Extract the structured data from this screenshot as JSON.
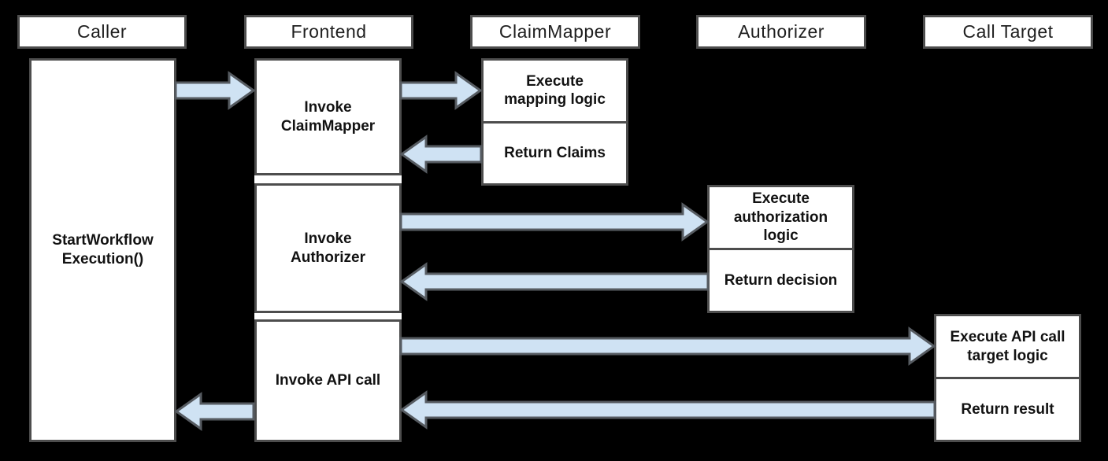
{
  "colors": {
    "background": "#000000",
    "box_fill": "#ffffff",
    "box_border": "#4d4d4d",
    "arrow_fill": "#cfe2f3",
    "arrow_border": "#565b61",
    "text": "#121212"
  },
  "lanes": [
    {
      "id": "caller",
      "header": "Caller",
      "activity": "StartWorkflow\nExecution()"
    },
    {
      "id": "frontend",
      "header": "Frontend",
      "steps": [
        "Invoke\nClaimMapper",
        "Invoke\nAuthorizer",
        "Invoke API call"
      ]
    },
    {
      "id": "claimmapper",
      "header": "ClaimMapper",
      "steps": [
        "Execute\nmapping logic",
        "Return Claims"
      ]
    },
    {
      "id": "authorizer",
      "header": "Authorizer",
      "steps": [
        "Execute\nauthorization\nlogic",
        "Return decision"
      ]
    },
    {
      "id": "calltarget",
      "header": "Call Target",
      "steps": [
        "Execute API call\ntarget logic",
        "Return result"
      ]
    }
  ],
  "arrows": [
    {
      "from": "Caller",
      "to": "Frontend",
      "direction": "right"
    },
    {
      "from": "Frontend",
      "to": "ClaimMapper",
      "direction": "right"
    },
    {
      "from": "ClaimMapper",
      "to": "Frontend",
      "direction": "left"
    },
    {
      "from": "Frontend",
      "to": "Authorizer",
      "direction": "right"
    },
    {
      "from": "Authorizer",
      "to": "Frontend",
      "direction": "left"
    },
    {
      "from": "Frontend",
      "to": "Call Target",
      "direction": "right"
    },
    {
      "from": "Call Target",
      "to": "Frontend",
      "direction": "left"
    },
    {
      "from": "Frontend",
      "to": "Caller",
      "direction": "left"
    }
  ]
}
